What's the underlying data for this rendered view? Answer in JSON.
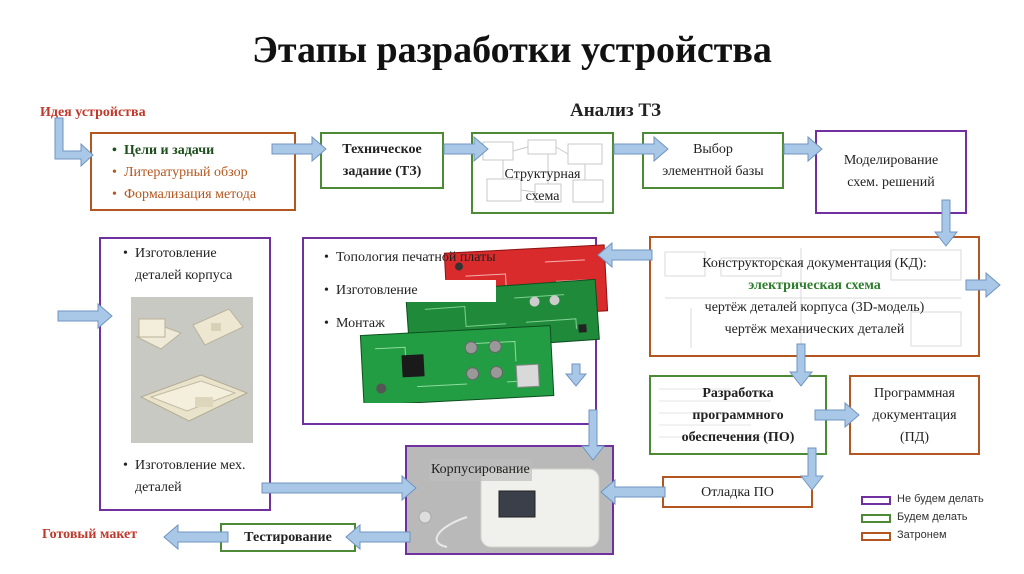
{
  "title": "Этапы разработки устройства",
  "idea_label": "Идея устройства",
  "analysis_label": "Анализ ТЗ",
  "goals_box": {
    "items": [
      "Цели и задачи",
      "Литературный обзор",
      "Формализация метода"
    ]
  },
  "tz_box": {
    "line1": "Техническое",
    "line2": "задание (ТЗ)"
  },
  "struct_box": {
    "line1": "Структурная",
    "line2": "схема"
  },
  "element_box": {
    "line1": "Выбор",
    "line2": "элементной базы"
  },
  "modeling_box": {
    "line1": "Моделирование",
    "line2": "схем. решений"
  },
  "housing_box": {
    "item1_line1": "Изготовление",
    "item1_line2": "деталей корпуса",
    "item2_line1": "Изготовление мех.",
    "item2_line2": "деталей"
  },
  "pcb_box": {
    "items": [
      "Топология печатной платы",
      "Изготовление",
      "Монтаж"
    ]
  },
  "kd_box": {
    "line1": "Конструкторская документация (КД):",
    "line2": "электрическая схема",
    "line3": "чертёж деталей корпуса (3D-модель)",
    "line4": "чертёж механических деталей"
  },
  "software_box": {
    "line1": "Разработка",
    "line2": "программного",
    "line3": "обеспечения (ПО)"
  },
  "pd_box": {
    "line1": "Программная",
    "line2": "документация",
    "line3": "(ПД)"
  },
  "debug_box": {
    "label": "Отладка ПО"
  },
  "assembly_box": {
    "label": "Корпусирование"
  },
  "testing_box": {
    "label": "Тестирование"
  },
  "final_label": "Готовый макет",
  "legend": [
    {
      "label": "Не будем делать",
      "color": "#7030a0"
    },
    {
      "label": "Будем делать",
      "color": "#4c8a35"
    },
    {
      "label": "Затронем",
      "color": "#b4561f"
    }
  ],
  "colors": {
    "orange": "#b4561f",
    "green": "#4c8a35",
    "purple": "#7030a0",
    "arrow": "#a9c8e8",
    "arrow_border": "#6f94bf",
    "pcb_red": "#d92b2b",
    "pcb_green": "#1f8a3a"
  }
}
